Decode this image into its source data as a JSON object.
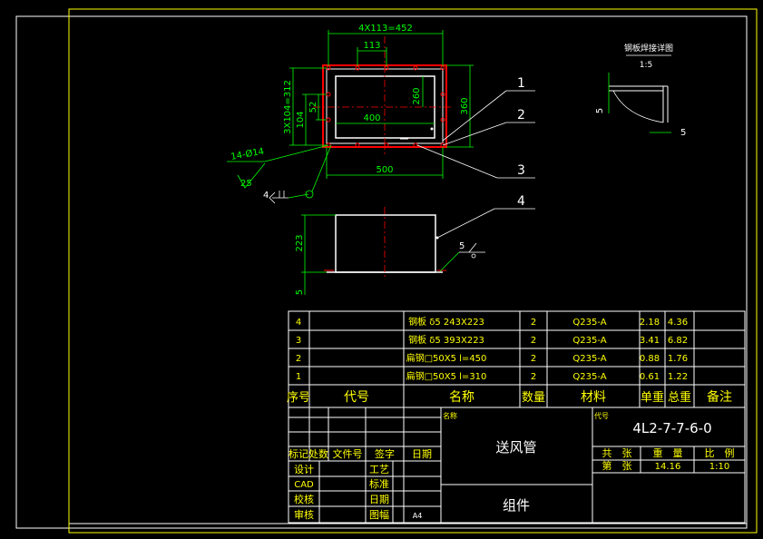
{
  "colors": {
    "frame": "#ffffff",
    "border": "#ffff00",
    "dimension": "#00ff00",
    "flange": "#ff0000",
    "centerline": "#ff0000",
    "title": "#ffffff",
    "table_text": "#ffff00"
  },
  "top_view": {
    "dim_overall_width": "4X113=452",
    "dim_pitch": "113",
    "dim_inner_width": "400",
    "dim_outer_width": "500",
    "dim_vertical_pitch": "3X104=312",
    "dim_104": "104",
    "dim_52": "52",
    "dim_260": "260",
    "dim_360": "360",
    "hole_spec": "14-Ø14",
    "roughness": "25",
    "weld_symbol": "4"
  },
  "side_view": {
    "dim_height": "223",
    "dim_5": "5",
    "weld_symbol": "5"
  },
  "callouts": [
    "1",
    "2",
    "3",
    "4"
  ],
  "detail": {
    "title": "钢板焊接详图",
    "scale": "1:5",
    "dim_left": "5",
    "dim_right": "5"
  },
  "bom": {
    "rows": [
      {
        "no": "4",
        "name": "钢板 δ5 243X223",
        "qty": "2",
        "material": "Q235-A",
        "unit": "2.18",
        "total": "4.36"
      },
      {
        "no": "3",
        "name": "钢板 δ5 393X223",
        "qty": "2",
        "material": "Q235-A",
        "unit": "3.41",
        "total": "6.82"
      },
      {
        "no": "2",
        "name": "扁钢□50X5 l=450",
        "qty": "2",
        "material": "Q235-A",
        "unit": "0.88",
        "total": "1.76"
      },
      {
        "no": "1",
        "name": "扁钢□50X5 l=310",
        "qty": "2",
        "material": "Q235-A",
        "unit": "0.61",
        "total": "1.22"
      }
    ],
    "headers": {
      "no": "序号",
      "code": "代号",
      "name": "名称",
      "qty": "数量",
      "material": "材料",
      "unit": "单重",
      "total": "总重",
      "remark": "备注"
    }
  },
  "title_block": {
    "revision_headers": [
      "标记",
      "处数",
      "文件号",
      "签字",
      "日期"
    ],
    "design": "设计",
    "cad": "CAD",
    "check": "校核",
    "review": "审核",
    "process": "工艺",
    "standard": "标准",
    "date": "日期",
    "drawing": "图幅",
    "size": "A4",
    "name_label": "名称",
    "name": "送风管",
    "code_label": "代号",
    "drawing_no": "4L2-7-7-6-0",
    "sheets_total_label": "共　张",
    "sheet_label": "第　张",
    "weight_label": "重　量",
    "weight": "14.16",
    "scale_label": "比　例",
    "scale": "1:10",
    "type": "组件"
  }
}
